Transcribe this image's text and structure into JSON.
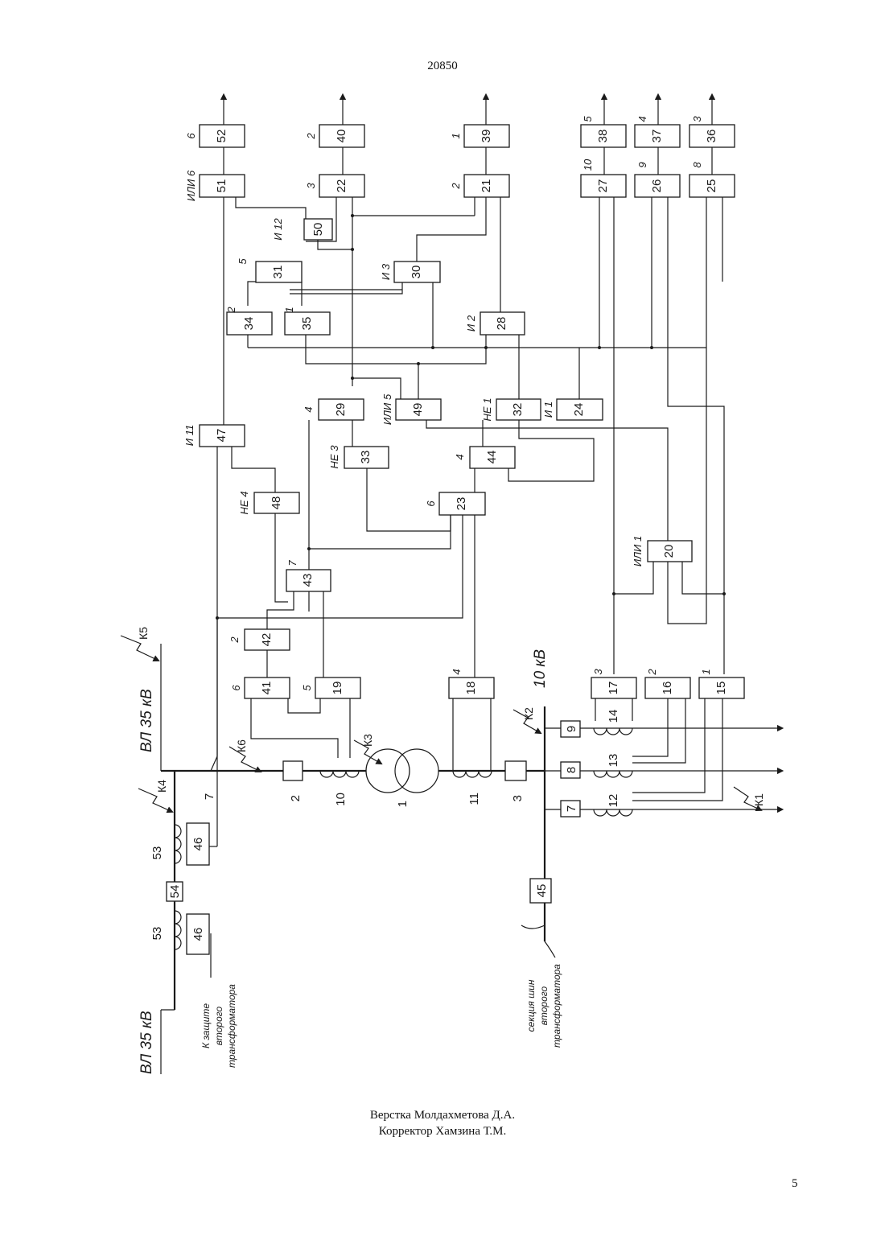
{
  "document": {
    "number": "20850",
    "layout_credit": "Верстка Молдахметова Д.А.",
    "proof_credit": "Корректор Хамзина Т.М.",
    "page_number": "5"
  },
  "scheme": {
    "outputs": [
      {
        "block": "52",
        "number": "6",
        "input": "51",
        "input_number": "ИЛИ 6"
      },
      {
        "block": "40",
        "number": "2",
        "input": "22",
        "input_number": "3"
      },
      {
        "block": "39",
        "number": "1",
        "input": "21",
        "input_number": "2"
      },
      {
        "block": "38",
        "number": "5",
        "input": "27",
        "input_number": "10"
      },
      {
        "block": "37",
        "number": "4",
        "input": "26",
        "input_number": "9"
      },
      {
        "block": "36",
        "number": "3",
        "input": "25",
        "input_number": "8"
      }
    ],
    "logic_blocks": [
      {
        "block": "50",
        "label": "И 12"
      },
      {
        "block": "31",
        "label": "5"
      },
      {
        "block": "30",
        "label": "И 3"
      },
      {
        "block": "34",
        "label": "2"
      },
      {
        "block": "35",
        "label": "1"
      },
      {
        "block": "28",
        "label": "И 2"
      },
      {
        "block": "29",
        "label": "4"
      },
      {
        "block": "49",
        "label": "ИЛИ 5"
      },
      {
        "block": "32",
        "label": "НЕ 1"
      },
      {
        "block": "24",
        "label": "И 1"
      },
      {
        "block": "47",
        "label": "И 11"
      },
      {
        "block": "33",
        "label": "НЕ 3"
      },
      {
        "block": "44",
        "label": "4"
      },
      {
        "block": "48",
        "label": "НЕ 4"
      },
      {
        "block": "23",
        "label": "6"
      },
      {
        "block": "20",
        "label": "ИЛИ 1"
      },
      {
        "block": "43",
        "label": "7"
      },
      {
        "block": "42",
        "label": "2"
      }
    ],
    "relays": [
      {
        "block": "41",
        "label": "6"
      },
      {
        "block": "19",
        "label": "5"
      },
      {
        "block": "18",
        "label": "4"
      },
      {
        "block": "17",
        "label": "3"
      },
      {
        "block": "16",
        "label": "2"
      },
      {
        "block": "15",
        "label": "1"
      }
    ],
    "line_35kv_top": "ВЛ 35 кВ",
    "line_35kv_bottom": "ВЛ 35 кВ",
    "bus_10kv": "10 кВ",
    "faults": [
      "К5",
      "К4",
      "К6",
      "К3",
      "К2",
      "К1"
    ],
    "equipment": {
      "transformer": "1",
      "breaker_hv": "2",
      "breaker_lv": "3",
      "ct_hv": "10",
      "ct_lv": "11",
      "feeder_breakers": [
        "9",
        "8",
        "7"
      ],
      "feeder_cts": [
        "14",
        "13",
        "12"
      ],
      "sectional_breaker": "45",
      "line_breaker": "54",
      "line_ct": "53",
      "line_protection": "46",
      "link_label": "7"
    },
    "note_second_transformer_protection": [
      "К защите",
      "второго",
      "трансформатора"
    ],
    "note_second_transformer_bus": [
      "секция шин",
      "второго",
      "трансформатора"
    ]
  }
}
